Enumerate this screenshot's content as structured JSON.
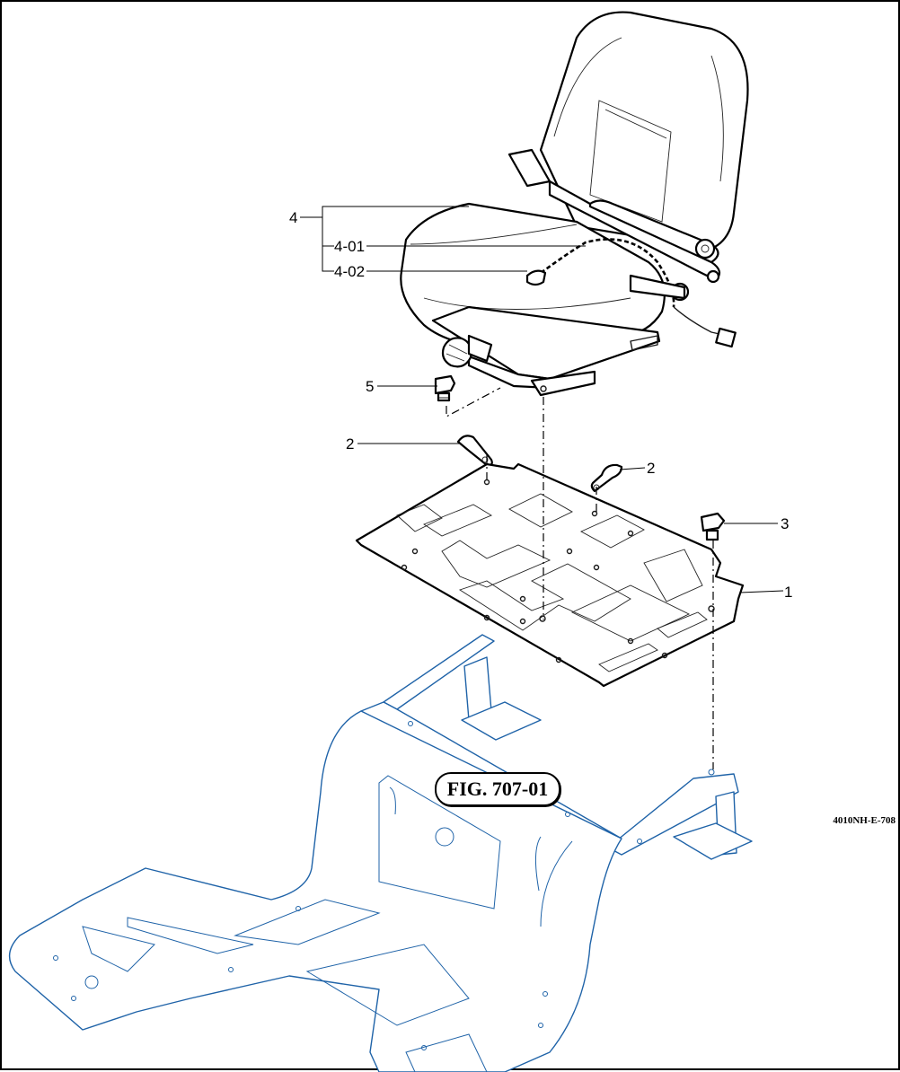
{
  "figure": {
    "label": "FIG. 707-01",
    "drawing_code": "4010NH-E-708"
  },
  "callouts": {
    "seat_assembly": "4",
    "seat_switch": "4-01",
    "seat_switch_part": "4-02",
    "bolt_seat": "5",
    "bracket_left": "2",
    "bracket_right": "2",
    "bolt_plate": "3",
    "mounting_plate": "1"
  },
  "colors": {
    "linework": "#000000",
    "frame_linework": "#1f63a8",
    "background": "#ffffff"
  }
}
